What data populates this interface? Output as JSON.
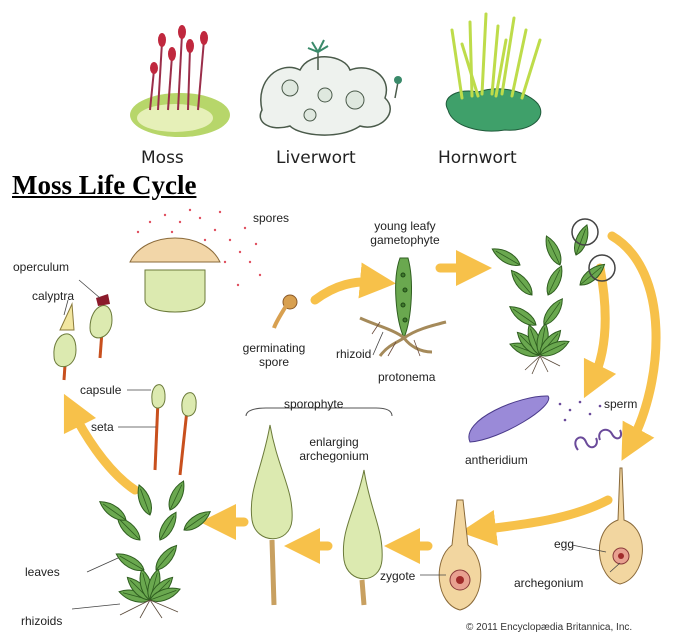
{
  "header_plants": {
    "moss": "Moss",
    "liverwort": "Liverwort",
    "hornwort": "Hornwort"
  },
  "title": "Moss Life Cycle",
  "labels": {
    "spores": "spores",
    "young_leafy_1": "young leafy",
    "young_leafy_2": "gametophyte",
    "operculum": "operculum",
    "calyptra": "calyptra",
    "germinating_1": "germinating",
    "germinating_2": "spore",
    "rhizoid": "rhizoid",
    "protonema": "protonema",
    "capsule": "capsule",
    "seta": "seta",
    "sporophyte": "sporophyte",
    "enlarging_1": "enlarging",
    "enlarging_2": "archegonium",
    "sperm": "sperm",
    "antheridium": "antheridium",
    "egg": "egg",
    "archegonium": "archegonium",
    "zygote": "zygote",
    "leaves": "leaves",
    "rhizoids": "rhizoids"
  },
  "copyright": "© 2011 Encyclopædia Britannica, Inc.",
  "colors": {
    "arrow": "#f7c14a",
    "leaf": "#6aa84f",
    "leaf_dark": "#3f7a2c",
    "pale_green": "#dceab0",
    "seta": "#c8501e",
    "capsule_top": "#8b1a2b",
    "sperm": "#6a4a9a"
  }
}
